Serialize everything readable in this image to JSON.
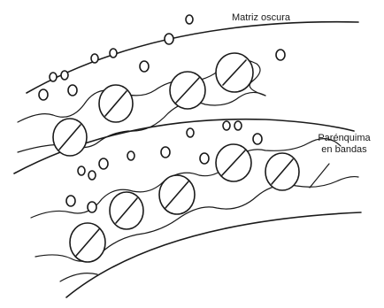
{
  "labels": {
    "matrix": "Matriz oscura",
    "parenchyma_line1": "Parénquima",
    "parenchyma_line2": "en bandas"
  }
}
